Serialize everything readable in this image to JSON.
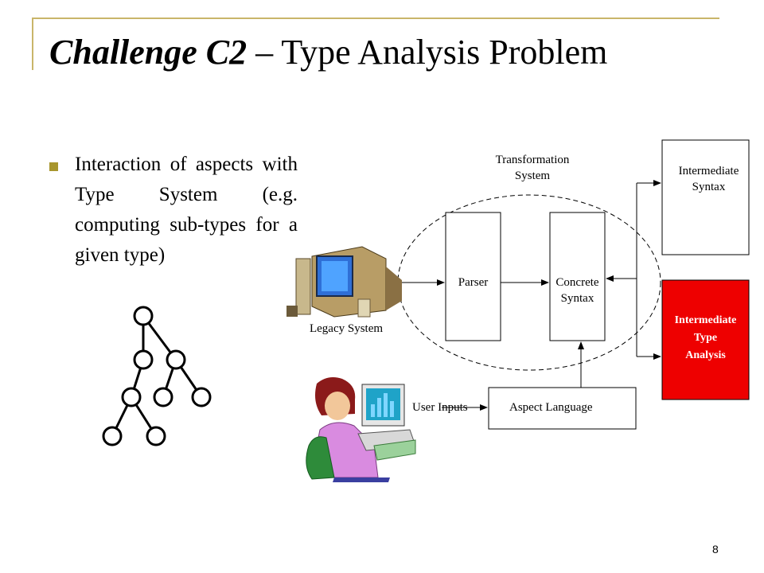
{
  "slide": {
    "title_em": "Challenge C2",
    "title_rest": " – Type Analysis Problem",
    "bullet": "Interaction of aspects with Type System (e.g. computing sub-types for a given type)",
    "page_number": "8"
  },
  "diagram": {
    "transformation_system": "Transformation\nSystem",
    "parser": "Parser",
    "concrete_syntax": "Concrete\nSyntax",
    "intermediate_syntax": "Intermediate\nSyntax",
    "intermediate_type_analysis": "Intermediate\nType\nAnalysis",
    "legacy_system": "Legacy System",
    "user_inputs": "User Inputs",
    "aspect_language": "Aspect Language"
  },
  "colors": {
    "accent": "#c9b56a",
    "bullet": "#a8962e",
    "type_analysis_box": "#ee0000"
  }
}
